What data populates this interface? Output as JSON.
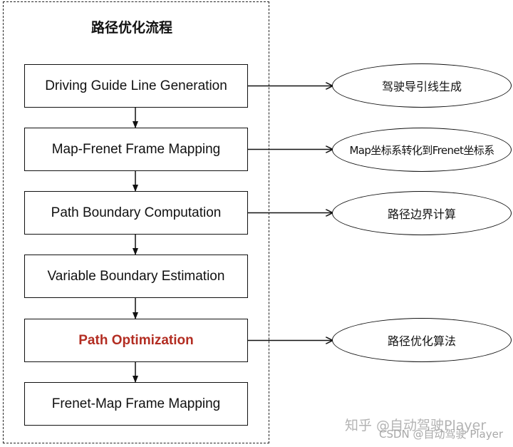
{
  "diagram": {
    "title": "路径优化流程",
    "steps": [
      {
        "label": "Driving Guide Line Generation"
      },
      {
        "label": "Map-Frenet Frame Mapping"
      },
      {
        "label": "Path Boundary Computation"
      },
      {
        "label": "Variable Boundary Estimation"
      },
      {
        "label": "Path Optimization",
        "highlight_color": "#b32d22"
      },
      {
        "label": "Frenet-Map Frame Mapping"
      }
    ],
    "annotations": [
      {
        "step": 0,
        "label": "驾驶导引线生成"
      },
      {
        "step": 1,
        "label": "Map坐标系转化到Frenet坐标系"
      },
      {
        "step": 2,
        "label": "路径边界计算"
      },
      {
        "step": 4,
        "label": "路径优化算法"
      }
    ]
  },
  "watermarks": {
    "zhihu": "知乎 @自动驾驶Player",
    "csdn": "CSDN @自动驾驶 Player"
  }
}
